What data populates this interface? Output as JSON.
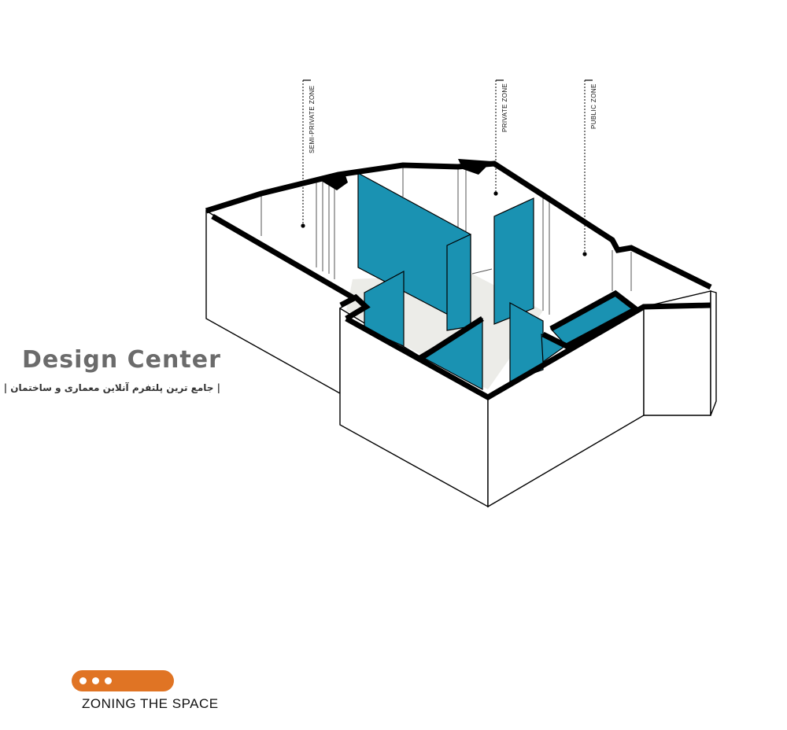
{
  "zones": [
    {
      "label": "SEMI-PRIVATE ZONE"
    },
    {
      "label": "PRIVATE ZONE"
    },
    {
      "label": "PUBLIC ZONE"
    }
  ],
  "brand": {
    "title": "Design Center",
    "subtitle": "| جامع ترین پلتفرم آنلاین معماری و ساختمان |"
  },
  "caption": "ZONING THE SPACE",
  "colors": {
    "partition": "#1a92b2",
    "wall": "#000000",
    "floor": "#ecece8",
    "accent": "#e07424",
    "brand_text": "#6b6b6b"
  }
}
